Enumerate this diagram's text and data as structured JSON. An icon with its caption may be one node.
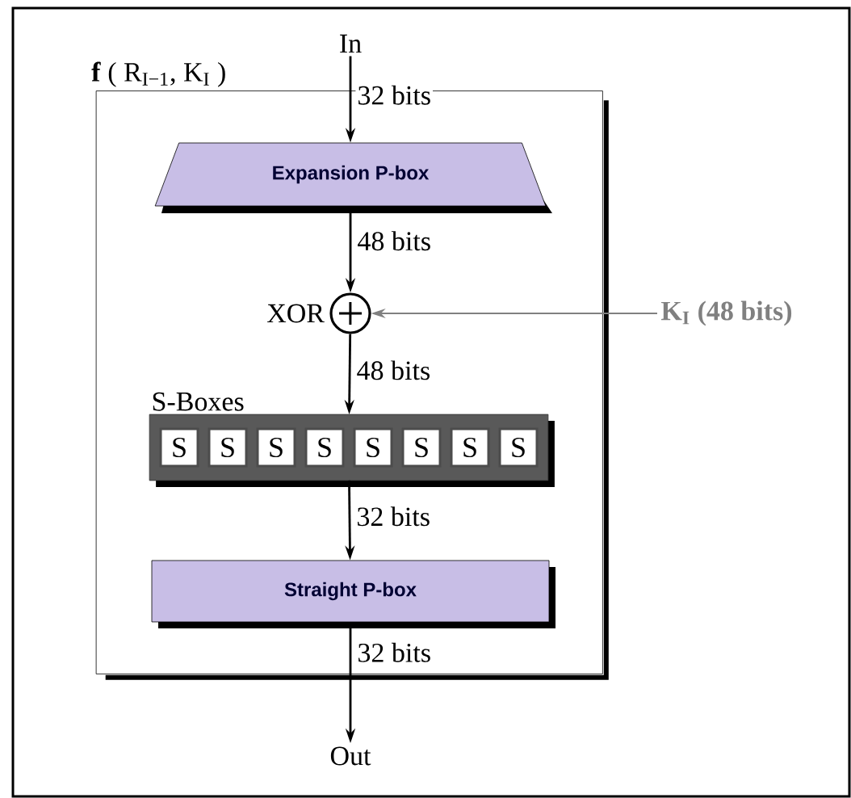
{
  "diagram": {
    "nodes": [
      {
        "text": [
          "**f** ( R$_{I−1}$, K$_{I}$ )"
        ]
      },
      {
        "text": [
          "In"
        ]
      },
      {
        "text": [
          "Expansion P-box"
        ],
        "in": 0
      },
      {
        "text": [],
        "shape": "circle",
        "beside": [
          "XOR"
        ],
        "in": 0
      },
      {
        "text": [
          "K$_{I}$ (48 bits)"
        ]
      },
      {
        "text": [
          "S-Boxes"
        ],
        "in": 0
      },
      {
        "text": [
          "S"
        ],
        "in": 5
      },
      {
        "text": [
          "S"
        ],
        "in": 5
      },
      {
        "text": [
          "S"
        ],
        "in": 5
      },
      {
        "text": [
          "S"
        ],
        "in": 5
      },
      {
        "text": [
          "S"
        ],
        "in": 5
      },
      {
        "text": [
          "S"
        ],
        "in": 5
      },
      {
        "text": [
          "S"
        ],
        "in": 5
      },
      {
        "text": [
          "S"
        ],
        "in": 5
      },
      {
        "text": [
          "Straight P-box"
        ],
        "in": 0
      },
      {
        "text": [
          "Out"
        ]
      }
    ],
    "edges": [
      {
        "from": 1,
        "to": 2,
        "arrow": "to",
        "label": "32 bits"
      },
      {
        "from": 2,
        "to": 3,
        "arrow": "to",
        "label": "48 bits"
      },
      {
        "from": 4,
        "to": 3,
        "arrow": "to",
        "color": "#808080"
      },
      {
        "from": 3,
        "to": 5,
        "arrow": "to",
        "label": "48 bits"
      },
      {
        "from": 5,
        "to": 14,
        "arrow": "to",
        "label": "32 bits"
      },
      {
        "from": 14,
        "to": 15,
        "arrow": "to",
        "label": "32 bits"
      }
    ]
  }
}
